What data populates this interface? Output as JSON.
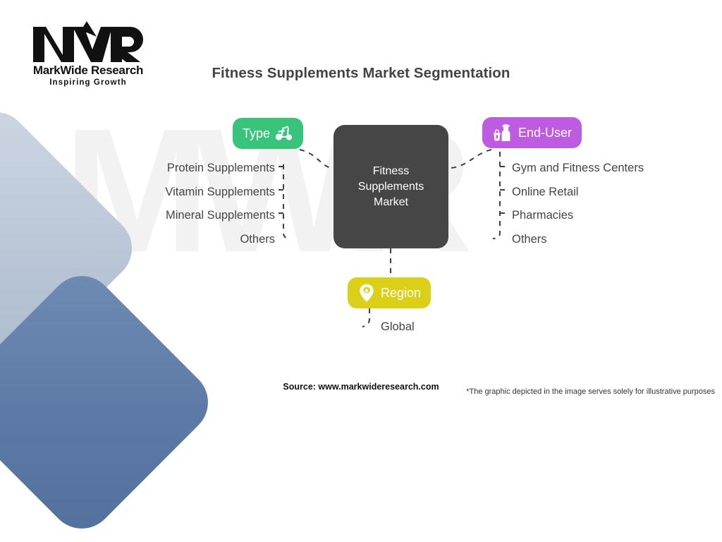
{
  "logo": {
    "mark_icon": "mwr-monogram-icon",
    "brand": "MarkWide Research",
    "tagline": "Inspiring Growth"
  },
  "watermark_text": "MWR",
  "title": "Fitness Supplements Market Segmentation",
  "center": {
    "label_line1": "Fitness",
    "label_line2": "Supplements",
    "label_line3": "Market",
    "color": "#464646"
  },
  "branches": [
    {
      "id": "type",
      "label": "Type",
      "icon": "exercise-bike-icon",
      "color": "#39c47c",
      "items": [
        "Protein Supplements",
        "Vitamin Supplements",
        "Mineral Supplements",
        "Others"
      ]
    },
    {
      "id": "end-user",
      "label": "End-User",
      "icon": "shopper-person-icon",
      "color": "#bd5ce0",
      "items": [
        "Gym and Fitness Centers",
        "Online Retail",
        "Pharmacies",
        "Others"
      ]
    },
    {
      "id": "region",
      "label": "Region",
      "icon": "map-pin-gear-icon",
      "color": "#dbd017",
      "items": [
        "Global"
      ]
    }
  ],
  "footer": {
    "source": "Source: www.markwideresearch.com",
    "disclaimer": "*The graphic depicted in the image serves solely for illustrative purposes"
  },
  "decor": {
    "light_square_color": "#b9c5d6",
    "dark_square_color": "#5d7aa6"
  }
}
